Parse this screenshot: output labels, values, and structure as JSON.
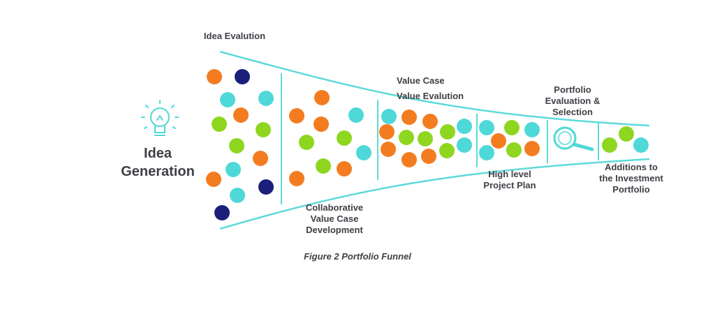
{
  "colors": {
    "funnel": "#5fd9d9",
    "orange": "#f47c20",
    "navy": "#1b1f7a",
    "cyan": "#4fd8d8",
    "green": "#8ed620",
    "text": "#3f3f46"
  },
  "icons": [
    "lightbulb-icon",
    "magnifier-icon"
  ],
  "labels": {
    "idea_generation": [
      "Idea",
      "Generation"
    ],
    "idea_evaluation": "Idea Evalution",
    "collaborative": [
      "Collaborative",
      "Value Case",
      "Development"
    ],
    "value_case": "Value Case",
    "value_evaluation": "Value Evalution",
    "high_level": [
      "High level",
      "Project Plan"
    ],
    "portfolio_eval": [
      "Portfolio",
      "Evaluation &",
      "Selection"
    ],
    "additions": [
      "Additions to",
      "the Investment",
      "Portfolio"
    ]
  },
  "caption": "Figure 2 Portfolio Funnel"
}
